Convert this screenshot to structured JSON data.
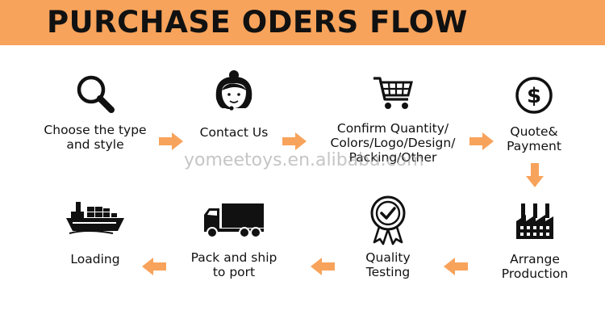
{
  "title": "PURCHASE ODERS FLOW",
  "watermark": "yomeetoys.en.alibaba.com",
  "colors": {
    "accent": "#f8a35b",
    "arrow": "#f8a35b",
    "icon": "#111111"
  },
  "steps": [
    {
      "label": "Choose the type\nand style",
      "icon": "magnifier-icon"
    },
    {
      "label": "Contact Us",
      "icon": "support-agent-icon"
    },
    {
      "label": "Confirm Quantity/\nColors/Logo/Design/\nPacking/Other",
      "icon": "shopping-cart-icon"
    },
    {
      "label": "Quote&\nPayment",
      "icon": "dollar-coin-icon"
    },
    {
      "label": "Arrange\nProduction",
      "icon": "factory-icon"
    },
    {
      "label": "Quality\nTesting",
      "icon": "quality-badge-icon"
    },
    {
      "label": "Pack and ship\nto port",
      "icon": "truck-icon"
    },
    {
      "label": "Loading",
      "icon": "cargo-ship-icon"
    }
  ]
}
